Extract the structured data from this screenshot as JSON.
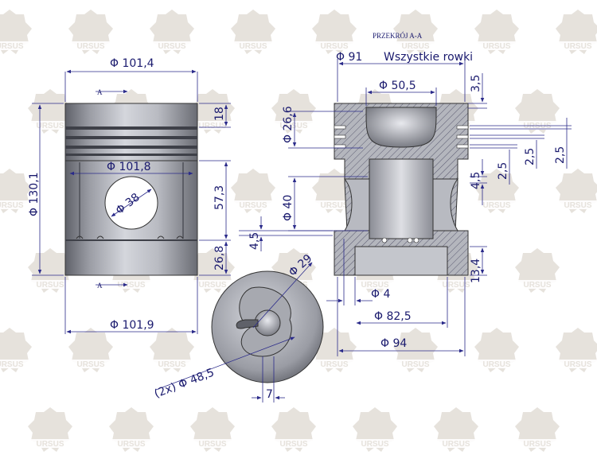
{
  "watermark": {
    "brand": "URSUS",
    "color": "#e6e2dc"
  },
  "colors": {
    "dimension": "#1a1a6e",
    "body_light": "#c9ccd2",
    "body_dark": "#6e7078",
    "hatch": "#5a5a70"
  },
  "section": {
    "title": "PRZEKRÓJ A-A",
    "marker": "A",
    "note": "Wszystkie rowki"
  },
  "dims": {
    "d_101_4": "Φ 101,4",
    "d_101_8": "Φ 101,8",
    "d_101_9": "Φ 101,9",
    "d_130_1": "Φ 130,1",
    "d_38": "Φ 38",
    "h_18": "18",
    "h_57_3": "57,3",
    "h_26_8": "26,8",
    "d_91": "Φ 91",
    "d_50_5": "Φ 50,5",
    "d_26_6": "Φ 26,6",
    "d_40": "Φ 40",
    "h_3_5": "3,5",
    "h_2_5_a": "2,5",
    "h_2_5_b": "2,5",
    "h_2_5_c": "2,5",
    "h_4_5_a": "4,5",
    "h_4_5_b": "4,5",
    "h_13_4": "13,4",
    "d_4": "Φ 4",
    "d_82_5": "Φ 82,5",
    "d_94": "Φ 94",
    "d_29": "Φ 29",
    "d_48_5": "(2x) Φ 48,5",
    "w_7": "7"
  }
}
